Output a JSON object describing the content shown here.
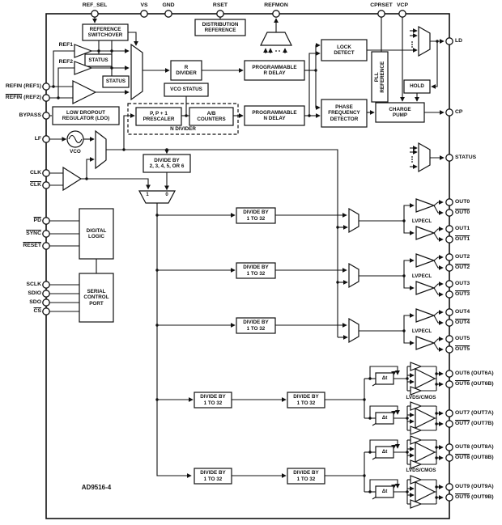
{
  "figure": {
    "part_number": "AD9516-4"
  },
  "top_pins": [
    {
      "label": "REF_SEL"
    },
    {
      "label": "VS"
    },
    {
      "label": "GND"
    },
    {
      "label": "RSET"
    },
    {
      "label": "REFMON"
    },
    {
      "label": "CPRSET"
    },
    {
      "label": "VCP"
    }
  ],
  "left_pins": [
    {
      "ov": "",
      "plain": "REFIN (REF1)"
    },
    {
      "ov": "REFIN",
      "plain": " (REF2)"
    },
    {
      "ov": "",
      "plain": "BYPASS"
    },
    {
      "ov": "",
      "plain": "LF"
    },
    {
      "ov": "",
      "plain": "CLK"
    },
    {
      "ov": "CLK",
      "plain": ""
    },
    {
      "ov": "PD",
      "plain": ""
    },
    {
      "ov": "SYNC",
      "plain": ""
    },
    {
      "ov": "RESET",
      "plain": ""
    },
    {
      "ov": "",
      "plain": "SCLK"
    },
    {
      "ov": "",
      "plain": "SDIO"
    },
    {
      "ov": "",
      "plain": "SDO"
    },
    {
      "ov": "CS",
      "plain": ""
    }
  ],
  "right_pins": [
    {
      "ov": "",
      "plain": "LD"
    },
    {
      "ov": "",
      "plain": "CP"
    },
    {
      "ov": "",
      "plain": "STATUS"
    },
    {
      "ov": "",
      "plain": "OUT0"
    },
    {
      "ov": "OUT0",
      "plain": ""
    },
    {
      "ov": "",
      "plain": "OUT1"
    },
    {
      "ov": "OUT1",
      "plain": ""
    },
    {
      "ov": "",
      "plain": "OUT2"
    },
    {
      "ov": "OUT2",
      "plain": ""
    },
    {
      "ov": "",
      "plain": "OUT3"
    },
    {
      "ov": "OUT3",
      "plain": ""
    },
    {
      "ov": "",
      "plain": "OUT4"
    },
    {
      "ov": "OUT4",
      "plain": ""
    },
    {
      "ov": "",
      "plain": "OUT5"
    },
    {
      "ov": "OUT5",
      "plain": ""
    },
    {
      "ov": "",
      "plain": "OUT6 (OUT6A)"
    },
    {
      "ov": "OUT6",
      "plain": " (OUT6B)"
    },
    {
      "ov": "",
      "plain": "OUT7 (OUT7A)"
    },
    {
      "ov": "OUT7",
      "plain": " (OUT7B)"
    },
    {
      "ov": "",
      "plain": "OUT8 (OUT8A)"
    },
    {
      "ov": "OUT8",
      "plain": " (OUT8B)"
    },
    {
      "ov": "",
      "plain": "OUT9 (OUT9A)"
    },
    {
      "ov": "OUT9",
      "plain": " (OUT9B)"
    }
  ],
  "blocks": {
    "reference_switchover": "REFERENCE\nSWITCHOVER",
    "distribution_reference": "DISTRIBUTION\nREFERENCE",
    "status": "STATUS",
    "r_divider": "R\nDIVIDER",
    "prog_r_delay": "PROGRAMMABLE\nR DELAY",
    "vco_status": "VCO STATUS",
    "ldo": "LOW DROPOUT\nREGULATOR (LDO)",
    "prescaler": "P, P + 1\nPRESCALER",
    "ab_counters": "A/B\nCOUNTERS",
    "n_divider": "N DIVIDER",
    "prog_n_delay": "PROGRAMMABLE\nN DELAY",
    "lock_detect": "LOCK\nDETECT",
    "pll_reference": "PLL\nREFERENCE",
    "hold": "HOLD",
    "pfd": "PHASE\nFREQUENCY\nDETECTOR",
    "charge_pump": "CHARGE\nPUMP",
    "div_2to6": "DIVIDE BY\n2, 3, 4, 5, OR 6",
    "digital_logic": "DIGITAL\nLOGIC",
    "serial_port": "SERIAL\nCONTROL\nPORT",
    "div_1to32": "DIVIDE BY\n1 TO 32"
  },
  "misc": {
    "vco": "VCO",
    "ref1": "REF1",
    "ref2": "REF2",
    "lvpecl": "LVPECL",
    "lvds_cmos": "LVDS/CMOS",
    "delta_t": "Δt",
    "mux1": "1",
    "mux0": "0"
  }
}
